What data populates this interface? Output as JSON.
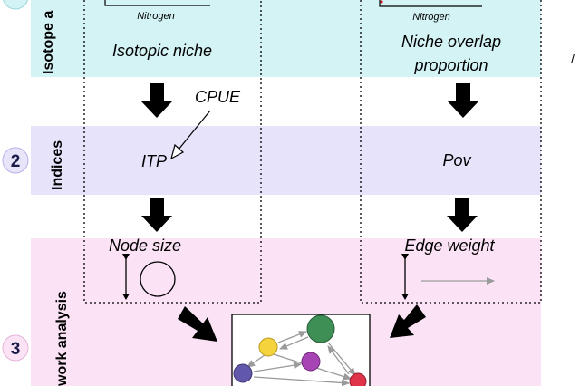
{
  "sections": {
    "isotope": {
      "label": "Isotope a",
      "color": "#d4f3f5"
    },
    "indices": {
      "number": "2",
      "label": "Indices",
      "color": "#e6e3fb"
    },
    "network": {
      "number": "3",
      "label": "work analysis",
      "color": "#fbe3f5"
    }
  },
  "left_column": {
    "axis_label": "Nitrogen",
    "niche_label": "Isotopic niche",
    "input_label": "CPUE",
    "index_label": "ITP",
    "output_label": "Node size"
  },
  "right_column": {
    "axis_label": "Nitrogen",
    "niche_label_line1": "Niche overlap",
    "niche_label_line2": "proportion",
    "index_label": "Pov",
    "output_label": "Edge weight"
  },
  "edge_mark": "/",
  "network": {
    "node_colors": {
      "yellow": "#f5d33d",
      "green": "#3d8f55",
      "purple": "#a845b5",
      "blue": "#6258ab",
      "red": "#e0334a"
    },
    "edge_color": "#9a9a9a"
  }
}
